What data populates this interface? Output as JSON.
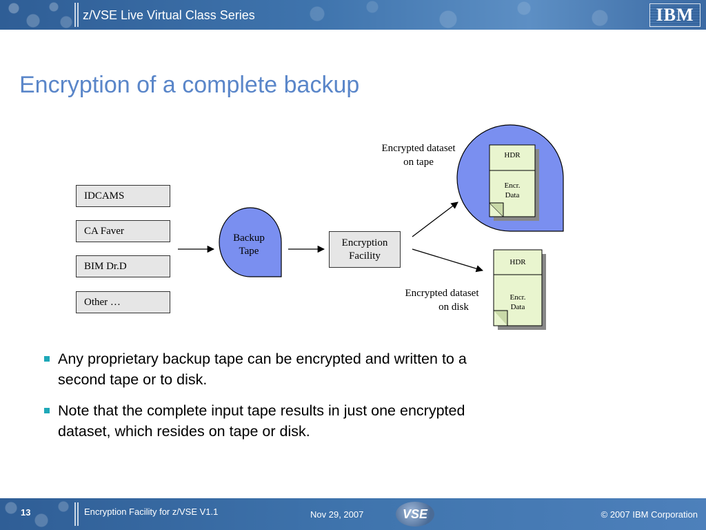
{
  "header": {
    "title": "z/VSE Live Virtual Class Series",
    "logo": "IBM"
  },
  "slide": {
    "title": "Encryption of a complete backup"
  },
  "diagram": {
    "sources": [
      "IDCAMS",
      "CA Faver",
      "BIM Dr.D",
      "Other …"
    ],
    "backup_tape": [
      "Backup",
      "Tape"
    ],
    "facility": [
      "Encryption",
      "Facility"
    ],
    "tape_output_label": [
      "Encrypted dataset",
      "on tape"
    ],
    "disk_output_label": [
      "Encrypted dataset",
      "on disk"
    ],
    "dataset": {
      "header": "HDR",
      "body": [
        "Encr.",
        "Data"
      ]
    }
  },
  "bullets": [
    "Any proprietary backup tape can be encrypted and written to a second tape or to disk.",
    "Note that the complete input tape results in just one encrypted dataset, which resides on tape or disk."
  ],
  "footer": {
    "page": "13",
    "course": "Encryption Facility for z/VSE V1.1",
    "date": "Nov 29, 2007",
    "logo": "VSE",
    "copyright": "© 2007 IBM Corporation"
  },
  "colors": {
    "accent": "#5a86c9",
    "tape_fill": "#7a8ff0",
    "doc_fill": "#e9f5cf",
    "bullet": "#1ea8b8"
  }
}
